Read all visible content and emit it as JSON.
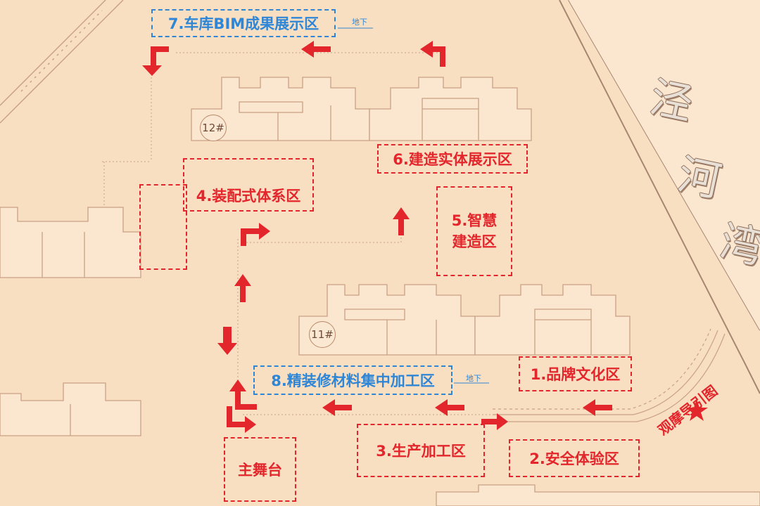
{
  "zones": {
    "z1": "1.品牌文化区",
    "z2": "2.安全体验区",
    "z3": "3.生产加工区",
    "z4": "4.装配式体系区",
    "z5_line1": "5.智慧",
    "z5_line2": "建造区",
    "z6": "6.建造实体展示区",
    "z7": "7.车库BIM成果展示区",
    "z8": "8.精装修材料集中加工区",
    "stage": "主舞台"
  },
  "notes": {
    "underground_top": "地下",
    "underground_mid": "地下"
  },
  "buildings": {
    "b12": "12#",
    "b11": "11#"
  },
  "river": {
    "c1": "泾",
    "c2": "河",
    "c3": "湾"
  },
  "guide_title": "观摩导引图",
  "colors": {
    "background": "#f8dfc2",
    "red": "#e3262b",
    "blue": "#2f86d6",
    "building_line": "#c9a185"
  }
}
